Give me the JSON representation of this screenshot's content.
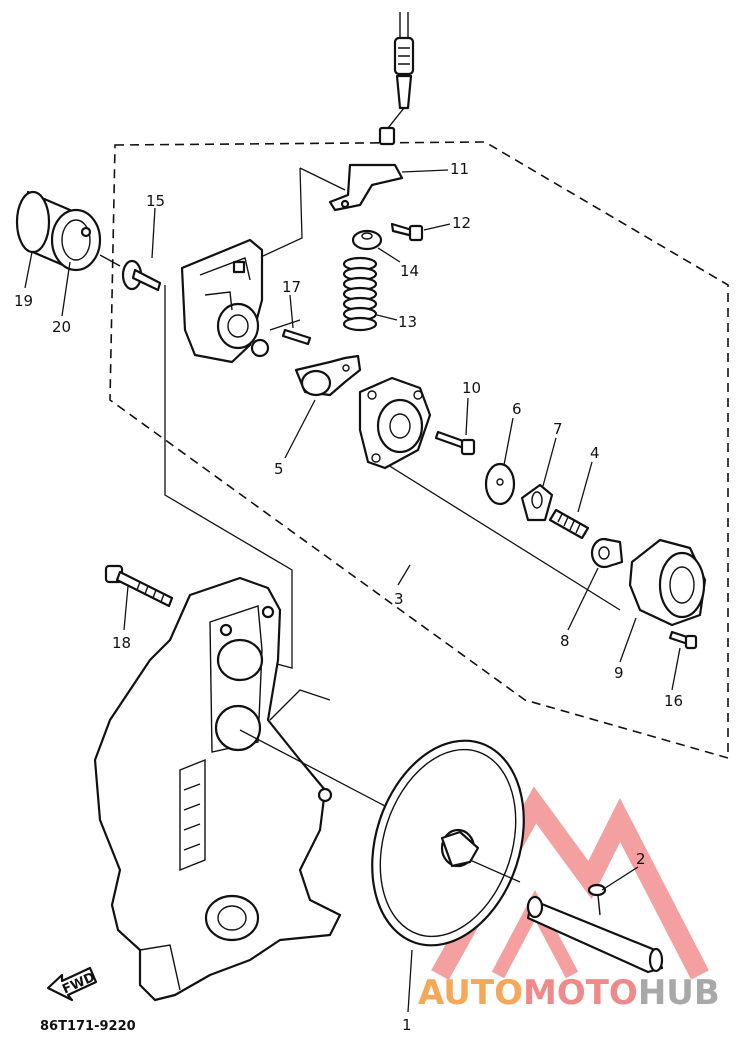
{
  "diagram_code": "86T171-9220",
  "fwd_label": "FWD",
  "watermark": {
    "part1": "AUTO",
    "part2": "MOTO",
    "part3": "HUB",
    "colors": {
      "orange": "#f5a85a",
      "red": "#f08a8a",
      "gray": "#a8a8a8"
    }
  },
  "callouts": [
    "1",
    "2",
    "3",
    "4",
    "5",
    "6",
    "7",
    "8",
    "9",
    "10",
    "11",
    "12",
    "13",
    "14",
    "15",
    "16",
    "17",
    "18",
    "19",
    "20"
  ]
}
